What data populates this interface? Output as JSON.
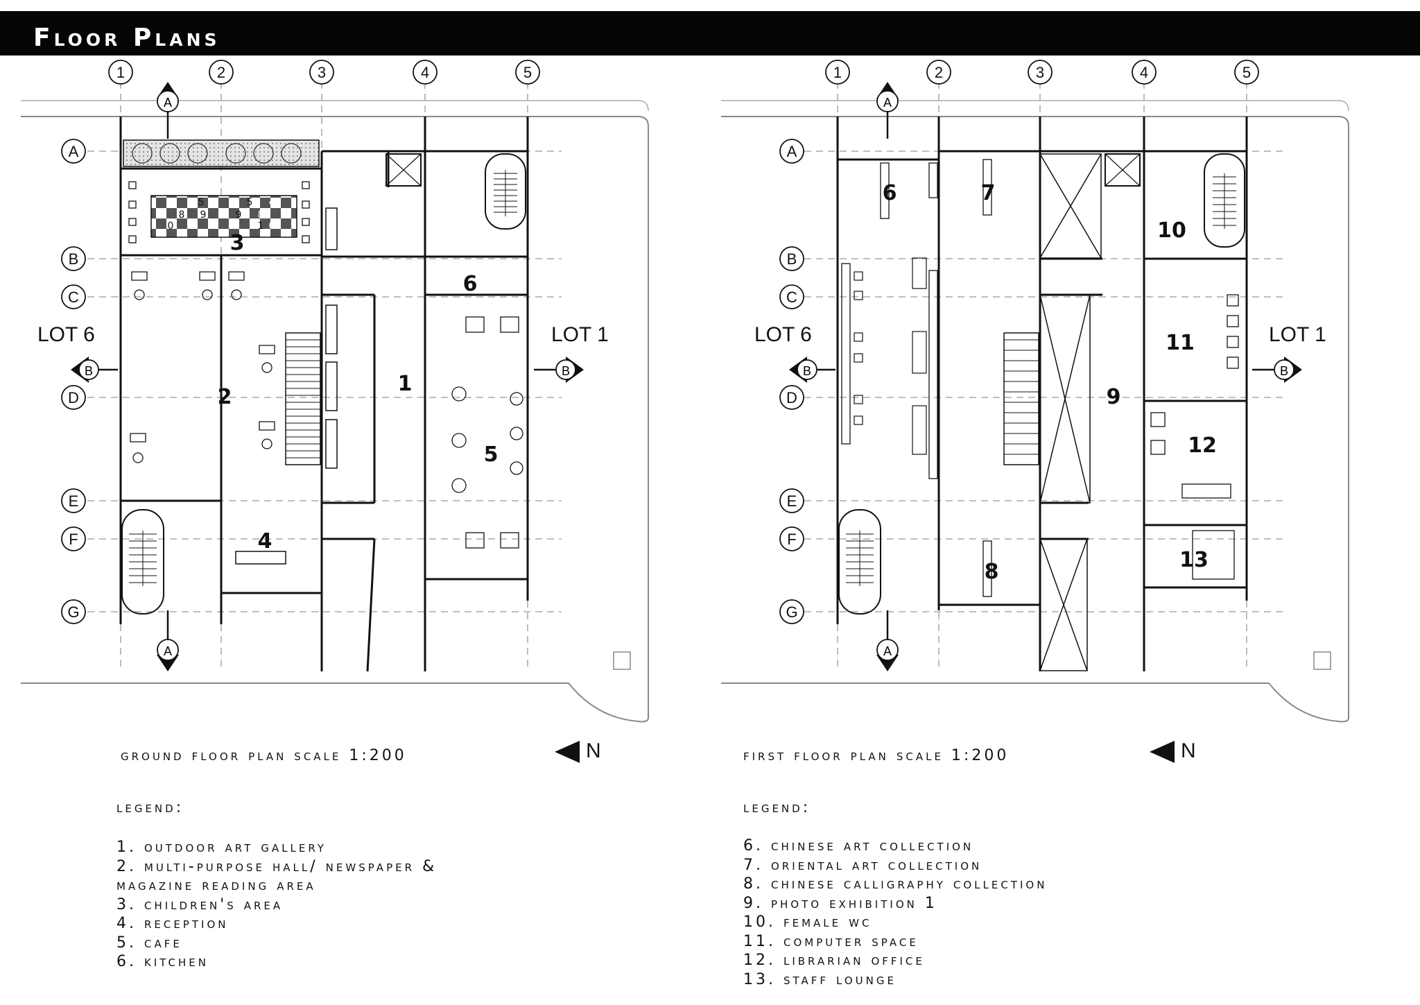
{
  "sheet": {
    "title": "Floor Plans"
  },
  "grid": {
    "columns": [
      "1",
      "2",
      "3",
      "4",
      "5"
    ],
    "rows": [
      "A",
      "B",
      "C",
      "D",
      "E",
      "F",
      "G"
    ],
    "sections": [
      "A",
      "B"
    ]
  },
  "ground_floor": {
    "caption": "ground floor plan scale 1:200",
    "north": "N",
    "lot_left": "LOT 6",
    "lot_right": "LOT 1",
    "room_numbers": [
      "1",
      "2",
      "3",
      "4",
      "5",
      "6"
    ],
    "board_numbers": [
      "4",
      "5",
      "8",
      "9",
      "0",
      "1",
      "5",
      "4",
      "9",
      "8",
      "1",
      "0"
    ],
    "legend_title": "legend:",
    "legend": [
      "1. outdoor art gallery",
      "2. multi-purpose hall/ newspaper &",
      "magazine reading area",
      "3. children's area",
      "4. reception",
      "5. cafe",
      "6. kitchen"
    ]
  },
  "first_floor": {
    "caption": "first floor plan scale 1:200",
    "north": "N",
    "lot_left": "LOT 6",
    "lot_right": "LOT 1",
    "room_numbers": [
      "6",
      "7",
      "8",
      "9",
      "10",
      "11",
      "12",
      "13"
    ],
    "legend_title": "legend:",
    "legend": [
      "6. chinese art collection",
      "7. oriental art collection",
      "8. chinese calligraphy collection",
      "9. photo exhibition 1",
      "10. female wc",
      "11. computer space",
      "12. librarian office",
      "13. staff lounge"
    ]
  },
  "colors": {
    "title_bar": "#050505",
    "line": "#111111",
    "grid_line": "#999999",
    "paving": "#cfcfcf"
  }
}
